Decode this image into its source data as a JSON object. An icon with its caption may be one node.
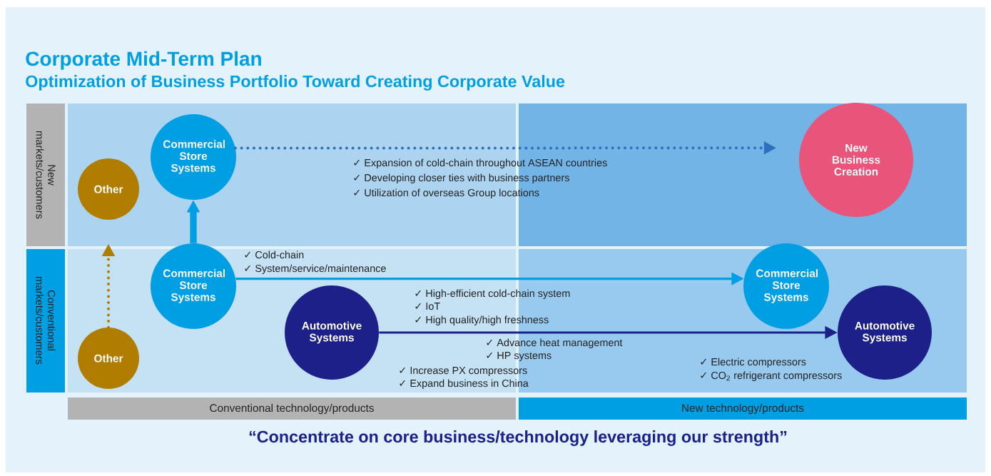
{
  "diagram": {
    "title": "Corporate Mid-Term Plan",
    "caption": "“Concentrate on core business/technology leveraging our strength”",
    "nodes": [
      {
        "text": [
          "Other"
        ]
      },
      {
        "text": [
          "Commercial Store Systems"
        ]
      },
      {
        "text": [
          "New Business Creation"
        ]
      },
      {
        "text": [
          "Other"
        ]
      },
      {
        "text": [
          "Commercial Store Systems"
        ]
      },
      {
        "text": [
          "Automotive Systems"
        ]
      },
      {
        "text": [
          "Commercial Store Systems"
        ]
      },
      {
        "text": [
          "Automotive Systems"
        ]
      }
    ],
    "edges": [
      {
        "from": 3,
        "to": 0,
        "arrow": "to",
        "style": "dashed",
        "color": "#b07d00"
      },
      {
        "from": 4,
        "to": 1,
        "arrow": "to",
        "style": "thick",
        "color": "#009fe3"
      },
      {
        "from": 1,
        "to": 2,
        "arrow": "to",
        "style": "dashed",
        "color": "#2f6fbf"
      },
      {
        "from": 4,
        "to": 6,
        "arrow": "to",
        "color": "#009fe3"
      },
      {
        "from": 5,
        "to": 7,
        "arrow": "to",
        "color": "#1d2088"
      }
    ],
    "labels": [
      "Optimization of Business Portfolio Toward Creating Corporate Value",
      "New markets/customers",
      "✓ Expansion of cold-chain throughout ASEAN countries",
      "✓ Developing closer ties with business partners",
      "✓ Utilization of overseas Group locations",
      "Conventional markets/customers",
      "✓ Cold-chain",
      "✓ System/service/maintenance",
      "✓ High-efficient cold-chain system",
      "✓ IoT",
      "✓ High quality/high freshness",
      "✓ Advance heat management",
      "✓ HP systems",
      "✓ Increase PX compressors",
      "✓ Expand business in China",
      "✓ Electric compressors",
      "✓ CO$_{2}$ refrigerant compressors",
      "Conventional technology/products",
      "New technology/products"
    ]
  }
}
